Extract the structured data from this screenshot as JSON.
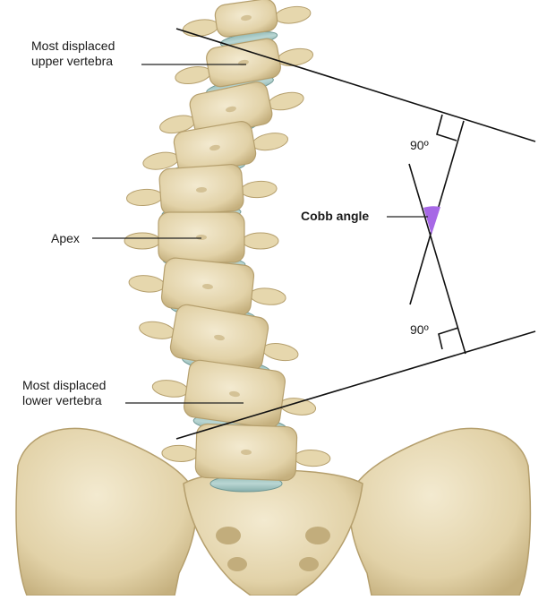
{
  "labels": {
    "upper_vertebra": [
      "Most displaced",
      "upper vertebra"
    ],
    "apex": "Apex",
    "lower_vertebra": [
      "Most displaced",
      "lower vertebra"
    ],
    "cobb_angle": "Cobb angle",
    "right_angle_top": "90º",
    "right_angle_bottom": "90º"
  },
  "colors": {
    "bone": "#e9dcb7",
    "bone_shadow": "#c7b488",
    "disc": "#a9cbc8",
    "angle_fill": "#a768e6",
    "line": "#111111"
  }
}
